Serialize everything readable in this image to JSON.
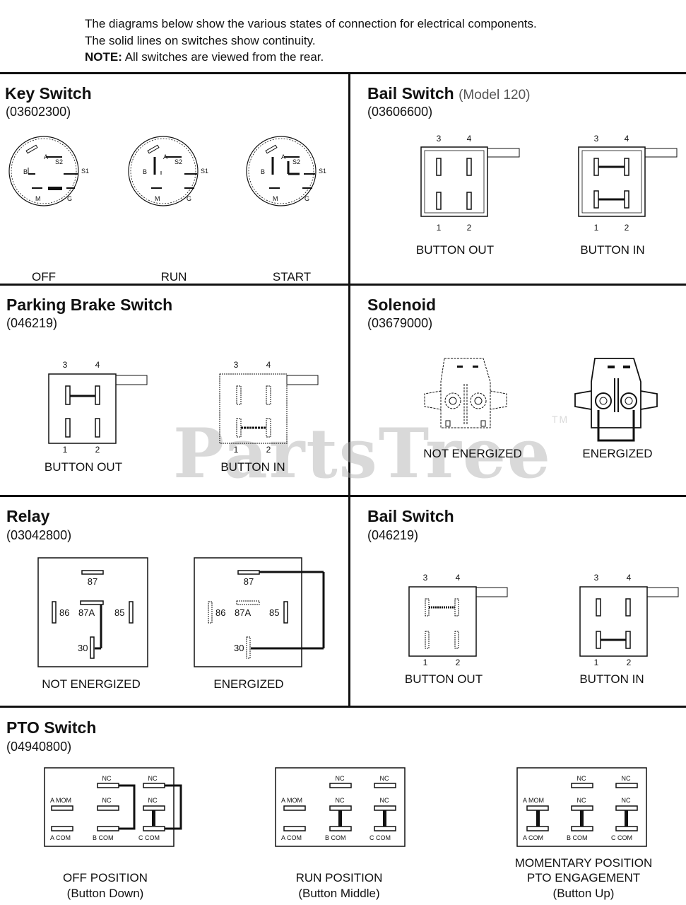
{
  "intro": {
    "line1": "The diagrams below show the various states of connection for electrical components.",
    "line2": "The solid lines on switches show continuity.",
    "note_label": "NOTE:",
    "note_text": "All switches are viewed from the rear."
  },
  "watermark": {
    "text": "PartsTree",
    "tm": "TM"
  },
  "key_switch": {
    "title": "Key Switch",
    "part": "(03602300)",
    "terminals": {
      "a": "A",
      "s2": "S2",
      "b": "B",
      "s1": "S1",
      "m": "M",
      "g": "G"
    },
    "states": [
      "OFF",
      "RUN",
      "START"
    ]
  },
  "bail_switch_120": {
    "title": "Bail  Switch",
    "model": "(Model 120)",
    "part": "(03606600)",
    "pins": {
      "p3": "3",
      "p4": "4",
      "p1": "1",
      "p2": "2"
    },
    "states": [
      "BUTTON OUT",
      "BUTTON IN"
    ]
  },
  "parking_brake": {
    "title": "Parking Brake Switch",
    "part": "(046219)",
    "pins": {
      "p3": "3",
      "p4": "4",
      "p1": "1",
      "p2": "2"
    },
    "states": [
      "BUTTON OUT",
      "BUTTON IN"
    ]
  },
  "solenoid": {
    "title": "Solenoid",
    "part": "(03679000)",
    "states": [
      "NOT ENERGIZED",
      "ENERGIZED"
    ]
  },
  "relay": {
    "title": "Relay",
    "part": "(03042800)",
    "pins": {
      "p87": "87",
      "p86": "86",
      "p87a": "87A",
      "p85": "85",
      "p30": "30"
    },
    "states": [
      "NOT ENERGIZED",
      "ENERGIZED"
    ]
  },
  "bail_switch": {
    "title": "Bail Switch",
    "part": "(046219)",
    "pins": {
      "p3": "3",
      "p4": "4",
      "p1": "1",
      "p2": "2"
    },
    "states": [
      "BUTTON OUT",
      "BUTTON IN"
    ]
  },
  "pto_switch": {
    "title": "PTO Switch",
    "part": "(04940800)",
    "labels": {
      "nc": "NC",
      "a_mom": "A MOM",
      "a_com": "A COM",
      "b_com": "B COM",
      "c_com": "C COM"
    },
    "positions": [
      {
        "line1": "OFF POSITION",
        "line2": "(Button Down)"
      },
      {
        "line1": "RUN POSITION",
        "line2": "(Button Middle)"
      },
      {
        "line0": "MOMENTARY POSITION",
        "line1": "PTO ENGAGEMENT",
        "line2": "(Button Up)"
      }
    ]
  }
}
